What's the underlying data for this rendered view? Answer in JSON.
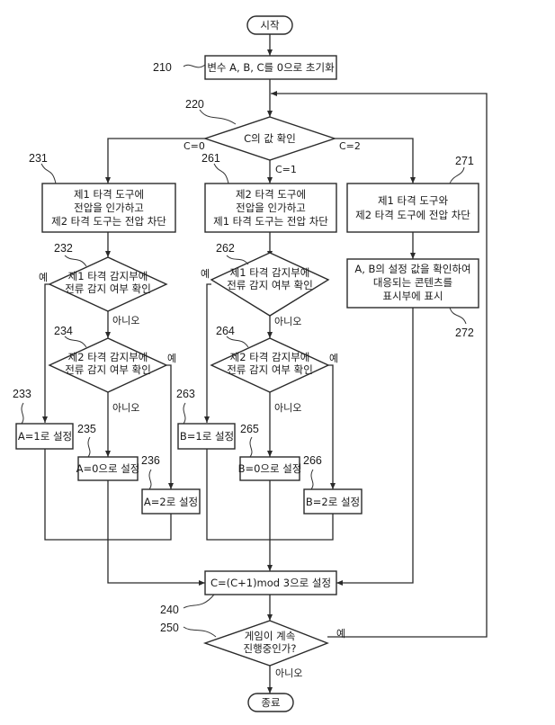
{
  "title": "Flowchart of striking-tool game control",
  "nodes": {
    "start": {
      "label": "시작"
    },
    "s210": {
      "ref": "210",
      "label": "변수 A, B, C를 0으로 초기화"
    },
    "d220": {
      "ref": "220",
      "label": "C의 값 확인",
      "branches": {
        "c0": "C=0",
        "c1": "C=1",
        "c2": "C=2"
      }
    },
    "s231": {
      "ref": "231",
      "lines": [
        "제1 타격 도구에",
        "전압을 인가하고",
        "제2 타격 도구는 전압 차단"
      ]
    },
    "d232": {
      "ref": "232",
      "lines": [
        "제1 타격 감지부에",
        "전류 감지 여부 확인"
      ],
      "yes": "예",
      "no": "아니오"
    },
    "d234": {
      "ref": "234",
      "lines": [
        "제2 타격 감지부에",
        "전류 감지 여부 확인"
      ],
      "yes": "예",
      "no": "아니오"
    },
    "s233": {
      "ref": "233",
      "label": "A=1로 설정"
    },
    "s235": {
      "ref": "235",
      "label": "A=0으로 설정"
    },
    "s236": {
      "ref": "236",
      "label": "A=2로 설정"
    },
    "s261": {
      "ref": "261",
      "lines": [
        "제2 타격 도구에",
        "전압을 인가하고",
        "제1 타격 도구는 전압 차단"
      ]
    },
    "d262": {
      "ref": "262",
      "lines": [
        "제1 타격 감지부에",
        "전류 감지 여부 확인"
      ],
      "yes": "예",
      "no": "아니오"
    },
    "d264": {
      "ref": "264",
      "lines": [
        "제2 타격 감지부에",
        "전류 감지 여부 확인"
      ],
      "yes": "예",
      "no": "아니오"
    },
    "s263": {
      "ref": "263",
      "label": "B=1로 설정"
    },
    "s265": {
      "ref": "265",
      "label": "B=0으로 설정"
    },
    "s266": {
      "ref": "266",
      "label": "B=2로 설정"
    },
    "s271": {
      "ref": "271",
      "lines": [
        "제1 타격 도구와",
        "제2 타격 도구에 전압 차단"
      ]
    },
    "s272": {
      "ref": "272",
      "lines": [
        "A, B의 설정 값을 확인하여",
        "대응되는 콘텐츠를",
        "표시부에 표시"
      ]
    },
    "s240": {
      "ref": "240",
      "label": "C=(C+1)mod 3으로 설정"
    },
    "d250": {
      "ref": "250",
      "lines": [
        "게임이 계속",
        "진행중인가?"
      ],
      "yes": "예",
      "no": "아니오"
    },
    "end": {
      "label": "종료"
    }
  }
}
